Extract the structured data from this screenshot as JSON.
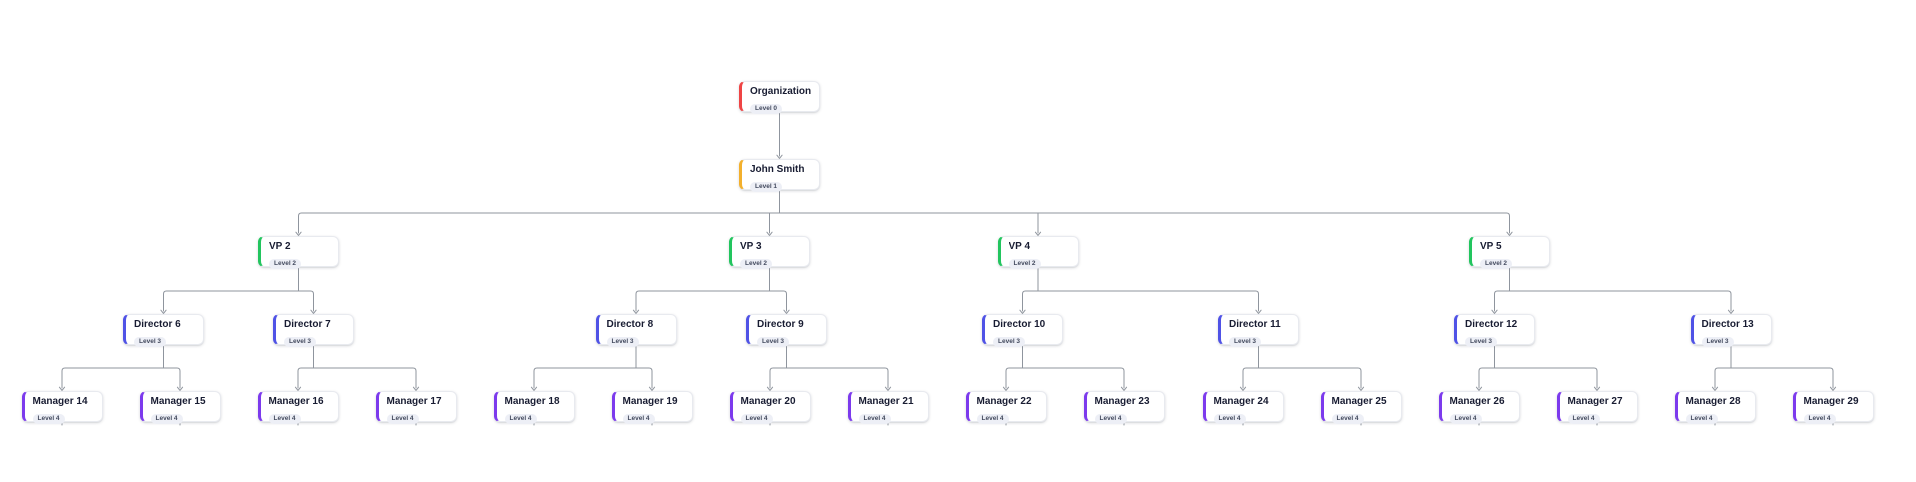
{
  "diagram": {
    "type": "org-chart",
    "levels": [
      {
        "index": 0,
        "badge": "Level 0",
        "accent": "#ef4444"
      },
      {
        "index": 1,
        "badge": "Level 1",
        "accent": "#f3b02c"
      },
      {
        "index": 2,
        "badge": "Level 2",
        "accent": "#22c55e"
      },
      {
        "index": 3,
        "badge": "Level 3",
        "accent": "#4f52e6"
      },
      {
        "index": 4,
        "badge": "Level 4",
        "accent": "#7c3aed"
      }
    ]
  },
  "palette": {
    "canvas_bg": "#ffffff",
    "card_bg": "#ffffff",
    "card_border": "#e8eaef",
    "title_text": "#181c32",
    "badge_bg": "#edeff6",
    "badge_text": "#434a5e",
    "connector": "#8f959e"
  },
  "nodes": [
    {
      "id": "org",
      "title": "Organization",
      "badge": "Level 0",
      "level": 0,
      "parent": null
    },
    {
      "id": "john",
      "title": "John Smith",
      "badge": "Level 1",
      "level": 1,
      "parent": "org"
    },
    {
      "id": "vp2",
      "title": "VP 2",
      "badge": "Level 2",
      "level": 2,
      "parent": "john"
    },
    {
      "id": "vp3",
      "title": "VP 3",
      "badge": "Level 2",
      "level": 2,
      "parent": "john"
    },
    {
      "id": "vp4",
      "title": "VP 4",
      "badge": "Level 2",
      "level": 2,
      "parent": "john"
    },
    {
      "id": "vp5",
      "title": "VP 5",
      "badge": "Level 2",
      "level": 2,
      "parent": "john"
    },
    {
      "id": "d6",
      "title": "Director 6",
      "badge": "Level 3",
      "level": 3,
      "parent": "vp2"
    },
    {
      "id": "d7",
      "title": "Director 7",
      "badge": "Level 3",
      "level": 3,
      "parent": "vp2"
    },
    {
      "id": "d8",
      "title": "Director 8",
      "badge": "Level 3",
      "level": 3,
      "parent": "vp3"
    },
    {
      "id": "d9",
      "title": "Director 9",
      "badge": "Level 3",
      "level": 3,
      "parent": "vp3"
    },
    {
      "id": "d10",
      "title": "Director 10",
      "badge": "Level 3",
      "level": 3,
      "parent": "vp4"
    },
    {
      "id": "d11",
      "title": "Director 11",
      "badge": "Level 3",
      "level": 3,
      "parent": "vp4"
    },
    {
      "id": "d12",
      "title": "Director 12",
      "badge": "Level 3",
      "level": 3,
      "parent": "vp5"
    },
    {
      "id": "d13",
      "title": "Director 13",
      "badge": "Level 3",
      "level": 3,
      "parent": "vp5"
    },
    {
      "id": "m14",
      "title": "Manager 14",
      "badge": "Level 4",
      "level": 4,
      "parent": "d6"
    },
    {
      "id": "m15",
      "title": "Manager 15",
      "badge": "Level 4",
      "level": 4,
      "parent": "d6"
    },
    {
      "id": "m16",
      "title": "Manager 16",
      "badge": "Level 4",
      "level": 4,
      "parent": "d7"
    },
    {
      "id": "m17",
      "title": "Manager 17",
      "badge": "Level 4",
      "level": 4,
      "parent": "d7"
    },
    {
      "id": "m18",
      "title": "Manager 18",
      "badge": "Level 4",
      "level": 4,
      "parent": "d8"
    },
    {
      "id": "m19",
      "title": "Manager 19",
      "badge": "Level 4",
      "level": 4,
      "parent": "d8"
    },
    {
      "id": "m20",
      "title": "Manager 20",
      "badge": "Level 4",
      "level": 4,
      "parent": "d9"
    },
    {
      "id": "m21",
      "title": "Manager 21",
      "badge": "Level 4",
      "level": 4,
      "parent": "d9"
    },
    {
      "id": "m22",
      "title": "Manager 22",
      "badge": "Level 4",
      "level": 4,
      "parent": "d10"
    },
    {
      "id": "m23",
      "title": "Manager 23",
      "badge": "Level 4",
      "level": 4,
      "parent": "d10"
    },
    {
      "id": "m24",
      "title": "Manager 24",
      "badge": "Level 4",
      "level": 4,
      "parent": "d11"
    },
    {
      "id": "m25",
      "title": "Manager 25",
      "badge": "Level 4",
      "level": 4,
      "parent": "d11"
    },
    {
      "id": "m26",
      "title": "Manager 26",
      "badge": "Level 4",
      "level": 4,
      "parent": "d12"
    },
    {
      "id": "m27",
      "title": "Manager 27",
      "badge": "Level 4",
      "level": 4,
      "parent": "d12"
    },
    {
      "id": "m28",
      "title": "Manager 28",
      "badge": "Level 4",
      "level": 4,
      "parent": "d13"
    },
    {
      "id": "m29",
      "title": "Manager 29",
      "badge": "Level 4",
      "level": 4,
      "parent": "d13"
    }
  ]
}
